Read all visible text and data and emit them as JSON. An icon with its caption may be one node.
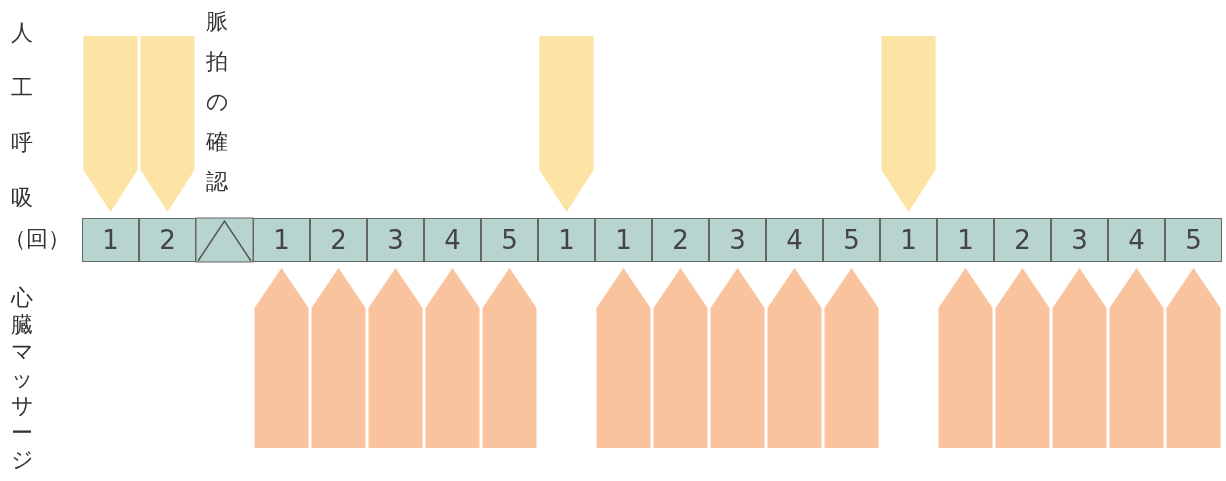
{
  "diagram": {
    "labels": [
      "人工呼吸",
      "脈拍の確認",
      "（回）",
      "1",
      "2",
      "1",
      "2",
      "3",
      "4",
      "5",
      "1",
      "1",
      "2",
      "3",
      "4",
      "5",
      "1",
      "1",
      "2",
      "3",
      "4",
      "5",
      "心臓マッサージ"
    ]
  }
}
